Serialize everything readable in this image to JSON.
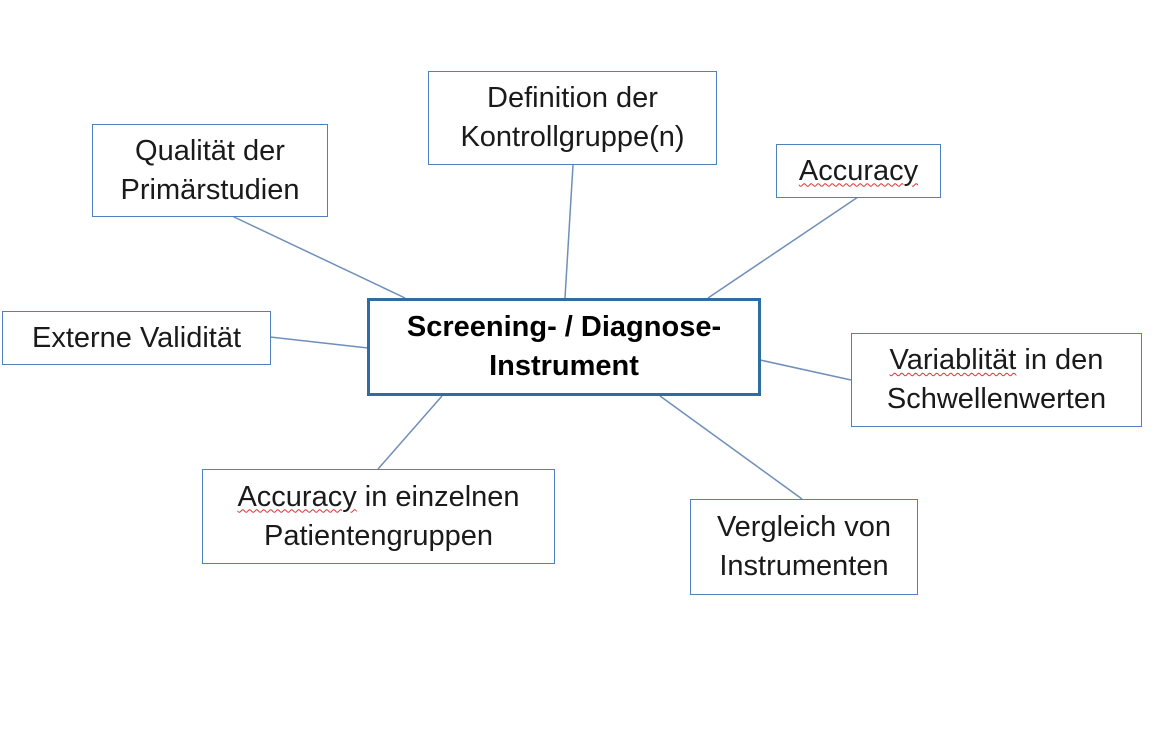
{
  "diagram": {
    "central": {
      "line1": "Screening- / Diagnose-",
      "line2": "Instrument"
    },
    "nodes": {
      "qualitaet": {
        "line1": "Qualität der",
        "line2": "Primärstudien"
      },
      "kontrollgruppe": {
        "line1": "Definition der",
        "line2": "Kontrollgruppe(n)"
      },
      "accuracy": {
        "line1": "Accuracy"
      },
      "externe": {
        "line1": "Externe Validität"
      },
      "variabilitaet": {
        "line1_a": "Variablität",
        "line1_b": " in den",
        "line2": "Schwellenwerten"
      },
      "accuracy_gruppen": {
        "line1_a": "Accuracy",
        "line1_b": " in einzelnen",
        "line2": "Patientengruppen"
      },
      "vergleich": {
        "line1": "Vergleich von",
        "line2": "Instrumenten"
      }
    },
    "colors": {
      "box_border": "#4f81bd",
      "central_border": "#2e6da4",
      "connector": "#6f8fb8",
      "spellcheck_underline": "#e03030"
    }
  }
}
